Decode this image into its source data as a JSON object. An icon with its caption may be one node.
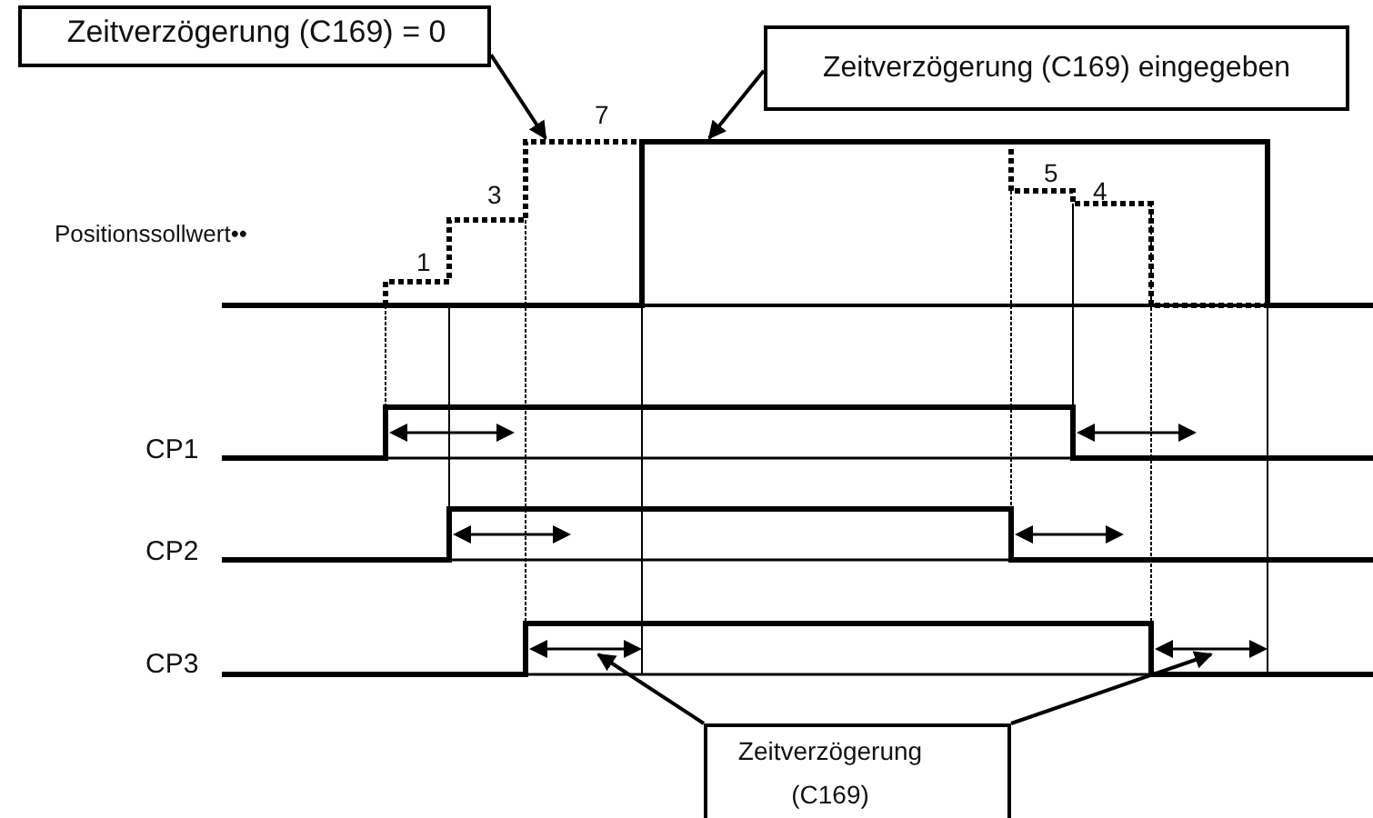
{
  "diagram": {
    "nodes": [
      {
        "text": [
          "Zeitverzögerung (C169) = 0"
        ]
      },
      {
        "text": [
          "Zeitverzögerung (C169) eingegeben"
        ]
      },
      {
        "text": [
          "Zeitverzögerung (C169)"
        ]
      }
    ],
    "edges": [
      {
        "from": 0,
        "to": null,
        "arrow": "to"
      },
      {
        "from": 1,
        "to": null,
        "arrow": "to"
      },
      {
        "from": 2,
        "to": null,
        "arrow": "to"
      },
      {
        "from": 2,
        "to": null,
        "arrow": "to"
      }
    ],
    "labels": [
      "Positionssollwert••",
      "1",
      "3",
      "7",
      "5",
      "4",
      "CP1",
      "CP2",
      "CP3"
    ]
  }
}
